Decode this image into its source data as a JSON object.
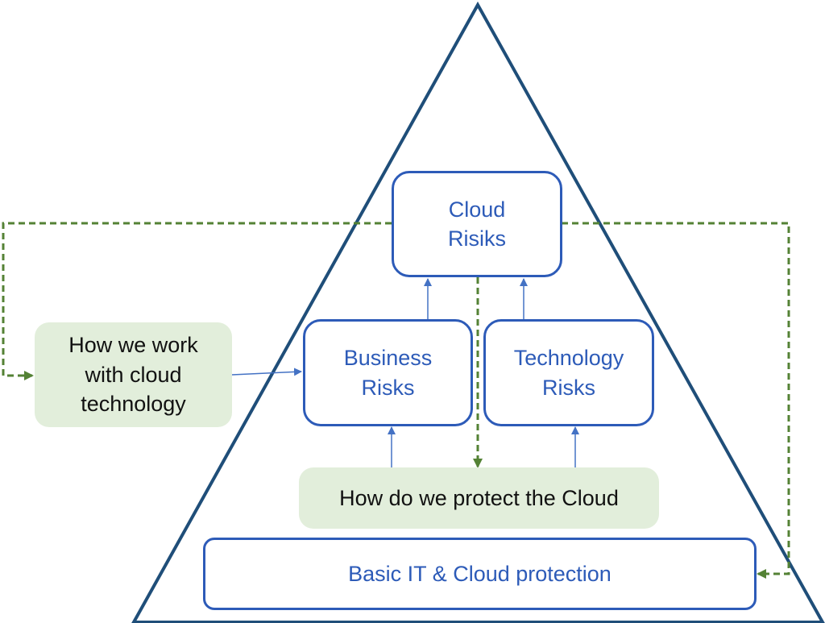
{
  "nodes": {
    "cloud_risks": "Cloud\nRisiks",
    "business_risks": "Business\nRisks",
    "technology_risks": "Technology\nRisks",
    "how_we_work": "How we work\nwith cloud\ntechnology",
    "protect_cloud": "How do we protect the Cloud",
    "basic_protection": "Basic IT & Cloud protection"
  },
  "colors": {
    "triangle": "#1f4e79",
    "box_border": "#2d5bb8",
    "green_fill": "#e2eedb",
    "dashed_arrow": "#548235",
    "solid_arrow": "#4472c4"
  }
}
